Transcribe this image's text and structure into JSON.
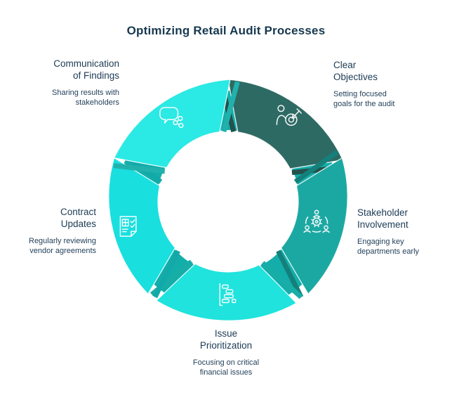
{
  "title": "Optimizing Retail Audit Processes",
  "colors": {
    "background": "#FFFFFF",
    "ring": "#13AEAA",
    "icon_stroke": "#FFFFFF",
    "title_text": "#16384F",
    "step_title_text": "#1C3B54",
    "step_desc_text": "#24425B"
  },
  "steps": [
    {
      "id": "clear-objectives",
      "title": "Clear\nObjectives",
      "description": "Setting focused\ngoals for the audit",
      "icon": "person-target-icon",
      "color": "#2E6A64"
    },
    {
      "id": "stakeholder-involvement",
      "title": "Stakeholder\nInvolvement",
      "description": "Engaging key\ndepartments early",
      "icon": "team-gear-icon",
      "color": "#1CA8A2"
    },
    {
      "id": "issue-prioritization",
      "title": "Issue\nPrioritization",
      "description": "Focusing on critical\nfinancial issues",
      "icon": "priority-bars-icon",
      "color": "#1FE3DC"
    },
    {
      "id": "contract-updates",
      "title": "Contract\nUpdates",
      "description": "Regularly reviewing\nvendor agreements",
      "icon": "contract-check-icon",
      "color": "#19DFDF"
    },
    {
      "id": "communication-of-findings",
      "title": "Communication\nof Findings",
      "description": "Sharing results with\nstakeholders",
      "icon": "speech-share-icon",
      "color": "#2BE9E4"
    }
  ]
}
